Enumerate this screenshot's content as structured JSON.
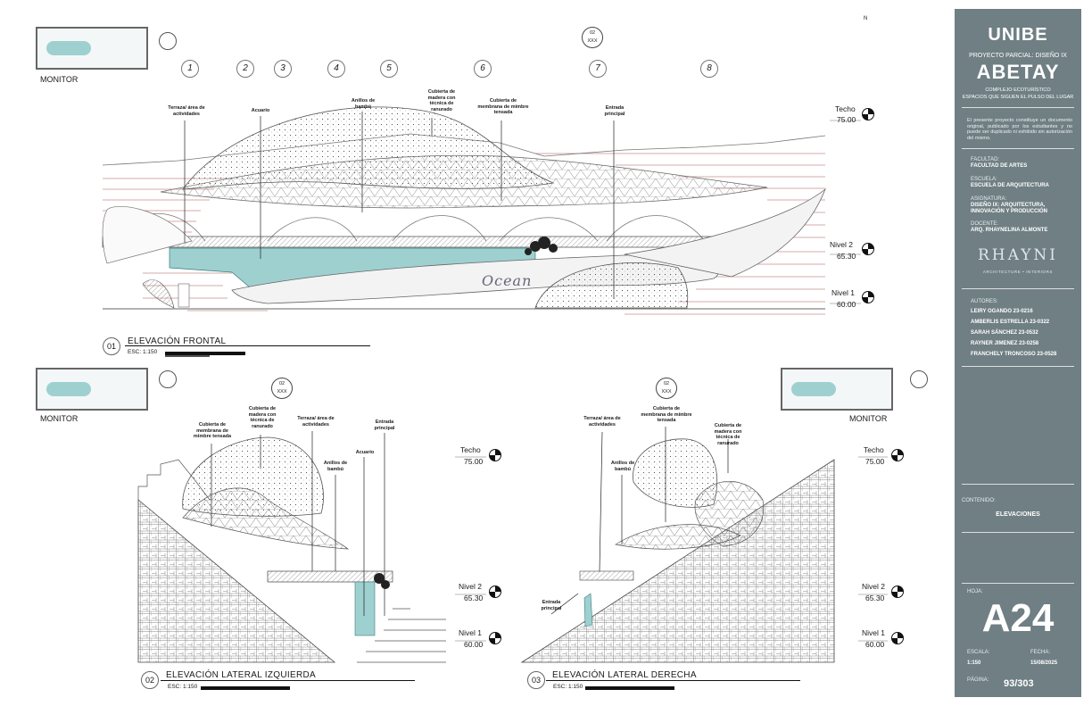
{
  "sheet": {
    "north_mark": "N",
    "monitor_labels": [
      "MONITOR",
      "MONITOR",
      "MONITOR"
    ],
    "section_mark": {
      "top": "02",
      "bottom": "XXX"
    },
    "axes": [
      "1",
      "2",
      "3",
      "4",
      "5",
      "6",
      "7",
      "8"
    ]
  },
  "views": [
    {
      "num": "01",
      "title": "ELEVACIÓN FRONTAL",
      "scale": "ESC: 1:150"
    },
    {
      "num": "02",
      "title": "ELEVACIÓN LATERAL IZQUIERDA",
      "scale": "ESC: 1:150"
    },
    {
      "num": "03",
      "title": "ELEVACIÓN LATERAL DERECHA",
      "scale": "ESC: 1:150"
    }
  ],
  "levels": {
    "techo": {
      "name": "Techo",
      "value": "75.00"
    },
    "nivel2": {
      "name": "Nivel 2",
      "value": "65.30"
    },
    "nivel1": {
      "name": "Nivel 1",
      "value": "60.00"
    }
  },
  "annotations": {
    "front": {
      "terraza": "Terraza/ área de actividades",
      "acuario": "Acuario",
      "anillos": "Anillos de bambú",
      "madera": "Cubierta de madera con técnica de ranurado",
      "membrana": "Cubierta de membrana de mimbre tensada",
      "entrada": "Entrada principal",
      "ocean_sign": "Ocean"
    },
    "left": {
      "membrana": "Cubierta de membrana de mimbre tensada",
      "madera": "Cubierta de madera con técnica de ranurado",
      "terraza": "Terraza/ área de actividades",
      "anillos": "Anillos de bambú",
      "acuario": "Acuario",
      "entrada": "Entrada principal"
    },
    "right": {
      "terraza": "Terraza/ área de actividades",
      "membrana": "Cubierta de membrana de mimbre tensada",
      "madera": "Cubierta de madera con técnica de ranurado",
      "anillos": "Anillos de bambú",
      "entrada": "Entrada principal"
    }
  },
  "sidebar": {
    "logo": "UNIBE",
    "project_line": "PROYECTO PARCIAL: DISEÑO IX",
    "project_name": "ABETAY",
    "subtitle1": "COMPLEJO ECOTURÍSTICO",
    "subtitle2": "ESPACIOS QUE SIGUEN EL PULSO DEL LUGAR",
    "disclaimer": "El presente proyecto constituye un documento original, publicado por los estudiantes y no puede ser duplicado ni exhibido sin autorización del mismo.",
    "facultad_label": "FACULTAD:",
    "facultad": "FACULTAD DE ARTES",
    "escuela_label": "ESCUELA:",
    "escuela": "ESCUELA DE ARQUITECTURA",
    "asignatura_label": "ASIGNATURA:",
    "asignatura": "DISEÑO IX: ARQUITECTURA, INNOVACIÓN Y PRODUCCIÓN",
    "docente_label": "DOCENTE:",
    "docente": "ARQ. RHAYNELINA ALMONTE",
    "studio_logo": "RHAYNI",
    "studio_tag": "ARCHITECTURE • INTERIORS",
    "autores_label": "AUTORES:",
    "autores": [
      "LEIRY OGANDO 23-0216",
      "AMBERLIS ESTRELLA 23-0322",
      "SARAH SÁNCHEZ 23-0532",
      "RAYNER JIMENEZ 23-0258",
      "FRANCHELY TRONCOSO 23-0528"
    ],
    "contenido_label": "CONTENIDO:",
    "contenido": "ELEVACIONES",
    "hoja_label": "HOJA:",
    "hoja": "A24",
    "escala_label": "ESCALA:",
    "escala": "1:150",
    "fecha_label": "FECHA:",
    "fecha": "15/08/2025",
    "pagina_label": "PÁGINA:",
    "pagina": "93/303",
    "colors": {
      "panel": "#6f7f84",
      "water": "#9fd0d0"
    }
  }
}
